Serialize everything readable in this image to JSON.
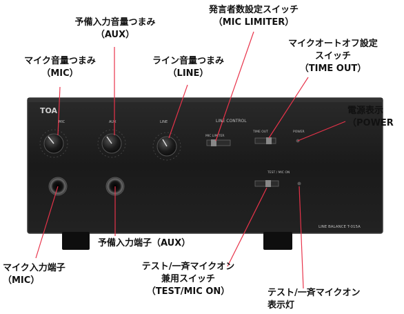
{
  "panel": {
    "brand": "TOA",
    "section_title": "LINE CONTROL",
    "model": "LINE BALANCE T-015A",
    "knob_labels": [
      "MIC",
      "AUX",
      "LINE"
    ],
    "switch_labels": {
      "mic_limiter": "MIC LIMITER",
      "time_out": "TIME OUT",
      "power": "POWER",
      "test_mic_on": "TEST / MIC ON"
    }
  },
  "callouts": {
    "aux_volume": {
      "line1": "予備入力音量つまみ",
      "line2": "（AUX）"
    },
    "mic_limiter": {
      "line1": "発言者数設定スイッチ",
      "line2": "（MIC LIMITER）"
    },
    "time_out": {
      "line1": "マイクオートオフ設定",
      "line2": "スイッチ",
      "line3": "（TIME OUT）"
    },
    "mic_volume": {
      "line1": "マイク音量つまみ",
      "line2": "（MIC）"
    },
    "line_volume": {
      "line1": "ライン音量つまみ",
      "line2": "（LINE）"
    },
    "power": {
      "line1": "電源表示",
      "line2": "（POWER"
    },
    "aux_input": {
      "line1": "予備入力端子（AUX）"
    },
    "mic_input": {
      "line1": "マイク入力端子",
      "line2": "（MIC）"
    },
    "test_switch": {
      "line1": "テスト/一斉マイクオン",
      "line2": "兼用スイッチ",
      "line3": "（TEST/MIC ON）"
    },
    "test_indicator": {
      "line1": "テスト/一斉マイクオン",
      "line2": "表示灯"
    }
  },
  "colors": {
    "leader": "#e8334a",
    "panel": "#1c1c1c",
    "panel_edge": "#3a3a3a",
    "panel_text": "#c9c9c9"
  }
}
